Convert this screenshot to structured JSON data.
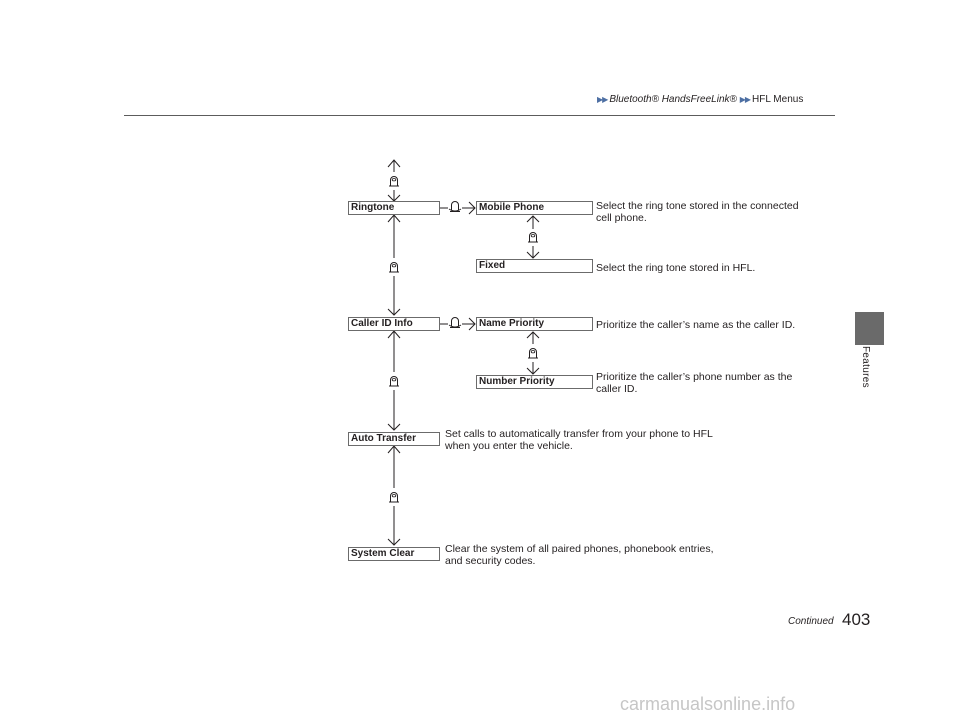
{
  "header": {
    "breadcrumb": [
      "Bluetooth® HandsFreeLink®",
      "HFL Menus"
    ]
  },
  "side_tab": {
    "label": "Features"
  },
  "footer": {
    "continued": "Continued",
    "page_number": "403"
  },
  "menu": {
    "ringtone": "Ringtone",
    "mobile_phone": "Mobile Phone",
    "mobile_phone_desc": [
      "Select the ring tone stored in the connected",
      "cell phone."
    ],
    "fixed": "Fixed",
    "fixed_desc": "Select the ring tone stored in HFL.",
    "caller_id_info": "Caller ID Info",
    "name_priority": "Name Priority",
    "name_priority_desc": "Prioritize the caller’s name as the caller ID.",
    "number_priority": "Number Priority",
    "number_priority_desc": [
      "Prioritize the caller’s phone number as the",
      "caller ID."
    ],
    "auto_transfer": "Auto Transfer",
    "auto_transfer_desc": [
      "Set calls to automatically transfer from your phone to HFL",
      "when you enter the vehicle."
    ],
    "system_clear": "System Clear",
    "system_clear_desc": [
      "Clear the system of all paired phones, phonebook entries,",
      "and security codes."
    ]
  },
  "icons": {
    "rotate": "selector-knob-rotate-icon",
    "press": "selector-knob-press-icon"
  },
  "watermark": "carmanualsonline.info"
}
